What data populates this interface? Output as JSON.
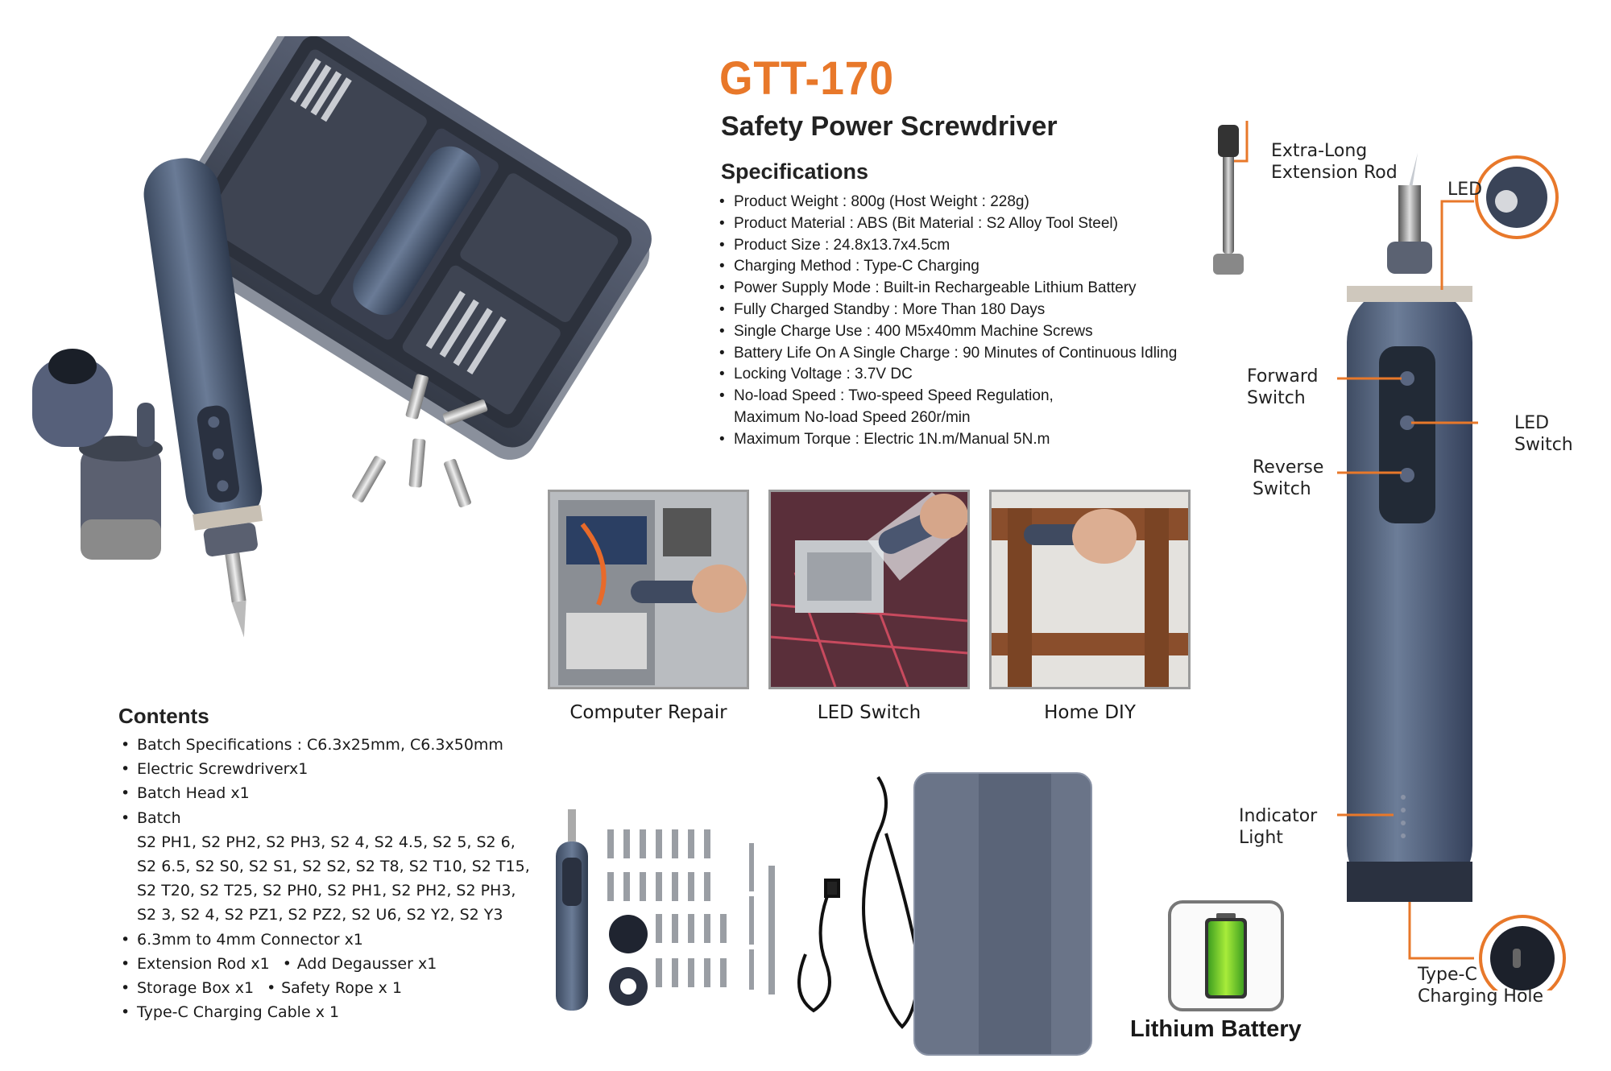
{
  "product": {
    "model": "GTT-170",
    "title": "Safety Power Screwdriver"
  },
  "specifications": {
    "heading": "Specifications",
    "items": [
      "Product Weight : 800g (Host Weight : 228g)",
      "Product Material : ABS (Bit Material : S2 Alloy Tool Steel)",
      "Product Size : 24.8x13.7x4.5cm",
      "Charging Method : Type-C Charging",
      "Power Supply Mode : Built-in Rechargeable Lithium Battery",
      "Fully Charged Standby : More Than 180 Days",
      "Single Charge Use : 400 M5x40mm Machine Screws",
      "Battery Life On A Single Charge : 90 Minutes of Continuous Idling",
      "Locking Voltage : 3.7V DC",
      "No-load Speed : Two-speed Speed Regulation,\nMaximum No-load Speed 260r/min",
      "Maximum Torque : Electric 1N.m/Manual 5N.m"
    ]
  },
  "contents": {
    "heading": "Contents",
    "items": [
      "Batch Specifications : C6.3x25mm, C6.3x50mm",
      "Electric Screwdriverx1",
      "Batch Head x1",
      "Batch\nS2 PH1, S2 PH2, S2 PH3, S2 4, S2 4.5, S2 5, S2 6,\nS2 6.5, S2 S0, S2 S1, S2 S2, S2 T8, S2 T10, S2 T15,\nS2 T20, S2 T25, S2 PH0, S2 PH1, S2 PH2, S2 PH3,\nS2 3, S2 4, S2 PZ1, S2 PZ2, S2 U6, S2 Y2, S2 Y3",
      "6.3mm to 4mm Connector x1"
    ],
    "pairs": [
      [
        "Extension Rod x1",
        "Add Degausser x1"
      ],
      [
        "Storage Box x1",
        "Safety Rope x 1"
      ]
    ],
    "last": "Type-C Charging Cable x 1"
  },
  "usage": [
    {
      "caption": "Computer Repair"
    },
    {
      "caption": "LED Switch"
    },
    {
      "caption": "Home DIY"
    }
  ],
  "callouts": {
    "extension_rod": "Extra-Long\nExtension Rod",
    "led": "LED",
    "forward_switch": "Forward\nSwitch",
    "led_switch": "LED\nSwitch",
    "reverse_switch": "Reverse\nSwitch",
    "indicator_light": "Indicator\nLight",
    "typec_hole": "Type-C\nCharging Hole"
  },
  "battery": {
    "label": "Lithium Battery"
  },
  "colors": {
    "accent": "#e8782a",
    "tool_body": "#4f5f78"
  }
}
